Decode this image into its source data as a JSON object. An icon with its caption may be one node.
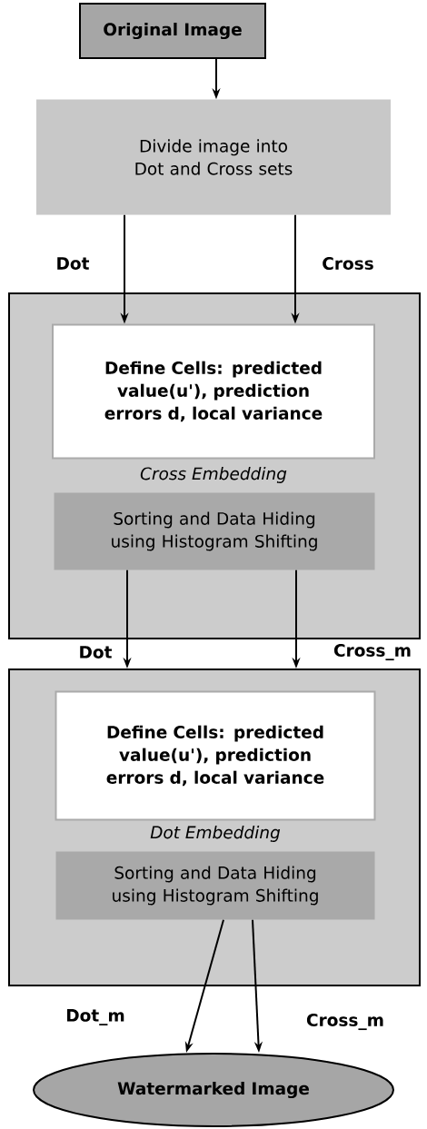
{
  "diagram": {
    "nodes": [
      {
        "text": [
          "Original Image"
        ]
      },
      {
        "text": [
          "Divide image into Dot and Cross sets"
        ]
      },
      {
        "text": [
          "Cross Embedding"
        ]
      },
      {
        "text": [
          "Define Cells: predicted value(u'), prediction errors d, local variance"
        ],
        "in": 2
      },
      {
        "text": [
          "Sorting and Data Hiding using Histogram Shifting"
        ],
        "in": 2
      },
      {
        "text": [
          "Dot Embedding"
        ]
      },
      {
        "text": [
          "Define Cells: predicted value(u'), prediction errors d, local variance"
        ],
        "in": 5
      },
      {
        "text": [
          "Sorting and Data Hiding using Histogram Shifting"
        ],
        "in": 5
      },
      {
        "text": [
          "Watermarked Image"
        ]
      }
    ],
    "edges": [
      {
        "from": 0,
        "to": 1,
        "arrow": "to"
      },
      {
        "from": 1,
        "to": 3,
        "arrow": "to",
        "label": "Dot"
      },
      {
        "from": 1,
        "to": 3,
        "arrow": "to",
        "label": "Cross"
      },
      {
        "from": 4,
        "to": 5,
        "arrow": "to",
        "label": "Dot"
      },
      {
        "from": 4,
        "to": 5,
        "arrow": "to",
        "label": "Cross_m"
      },
      {
        "from": 7,
        "to": 8,
        "arrow": "to",
        "label": "Dot_m"
      },
      {
        "from": 7,
        "to": 8,
        "arrow": "to",
        "label": "Cross_m"
      }
    ]
  }
}
